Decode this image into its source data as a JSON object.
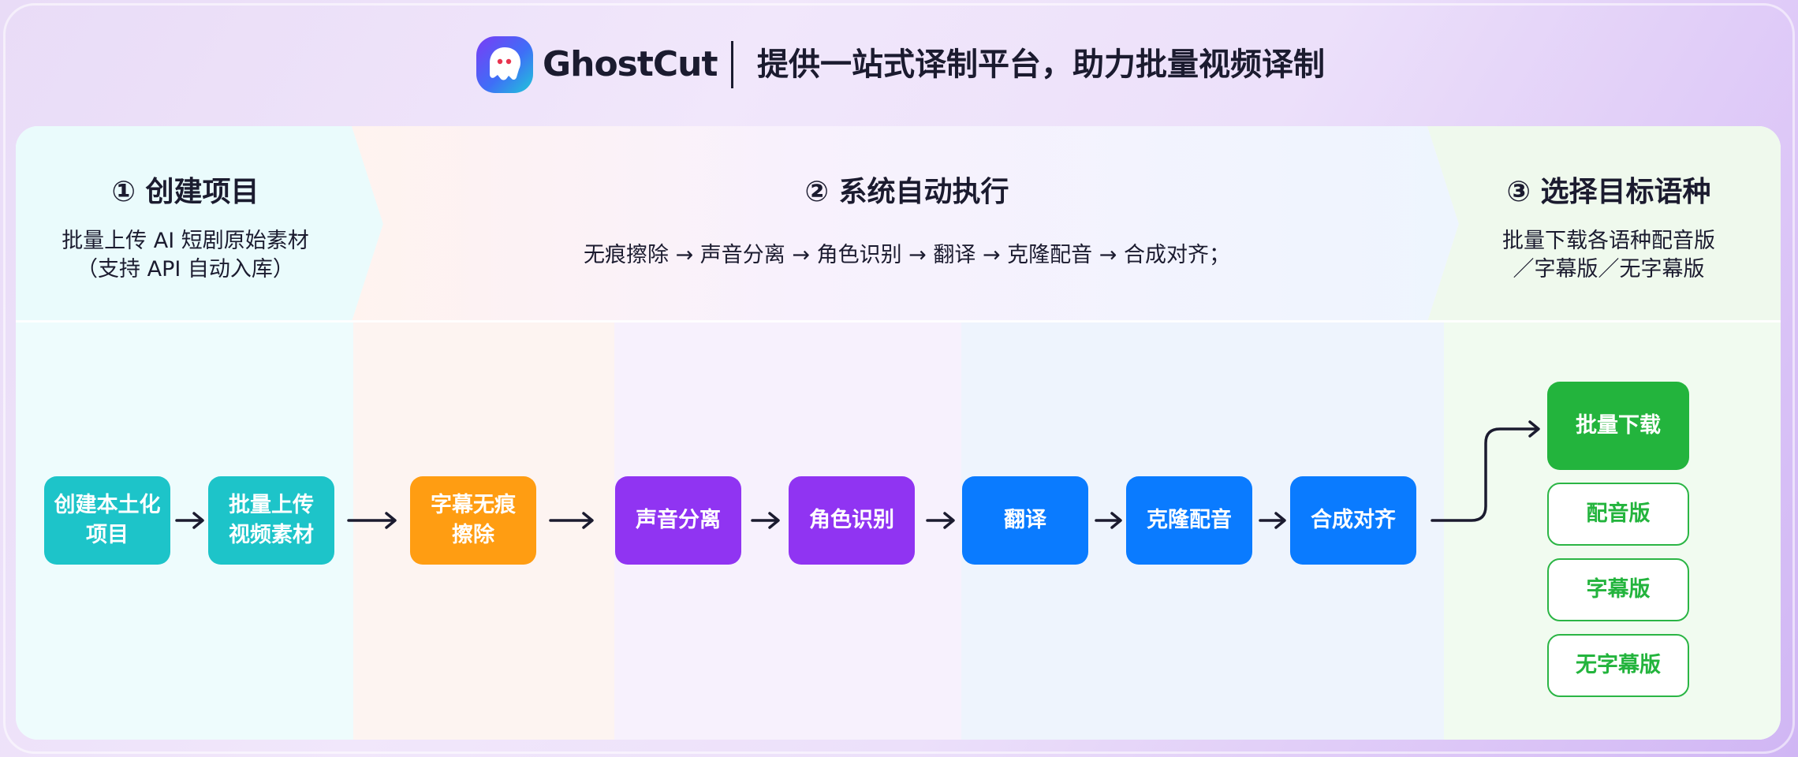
{
  "header": {
    "brand": "GhostCut",
    "tagline": "提供一站式译制平台，助力批量视频译制"
  },
  "columns": {
    "col1": {
      "title": "① 创建项目",
      "desc_line1": "批量上传 AI 短剧原始素材",
      "desc_line2": "（支持 API 自动入库）"
    },
    "col2": {
      "title": "② 系统自动执行",
      "desc": "无痕擦除 → 声音分离 → 角色识别 → 翻译 → 克隆配音 → 合成对齐；"
    },
    "col3": {
      "title": "③ 选择目标语种",
      "desc_line1": "批量下载各语种配音版",
      "desc_line2": "／字幕版／无字幕版"
    }
  },
  "flow": {
    "create_l1": "创建本土化",
    "create_l2": "项目",
    "upload_l1": "批量上传",
    "upload_l2": "视频素材",
    "erase_l1": "字幕无痕",
    "erase_l2": "擦除",
    "separate": "声音分离",
    "role": "角色识别",
    "translate": "翻译",
    "clone": "克隆配音",
    "compose": "合成对齐",
    "download": "批量下载",
    "dub": "配音版",
    "subtitle": "字幕版",
    "nosub": "无字幕版"
  },
  "colors": {
    "teal": "#1dc4c9",
    "orange": "#ff9d12",
    "purple": "#9034f2",
    "blue": "#0a7bff",
    "green": "#23b43d",
    "text": "#1b1b2f"
  },
  "icons": {
    "logo": "ghost-logo-icon",
    "arrow": "arrow-right-icon"
  }
}
